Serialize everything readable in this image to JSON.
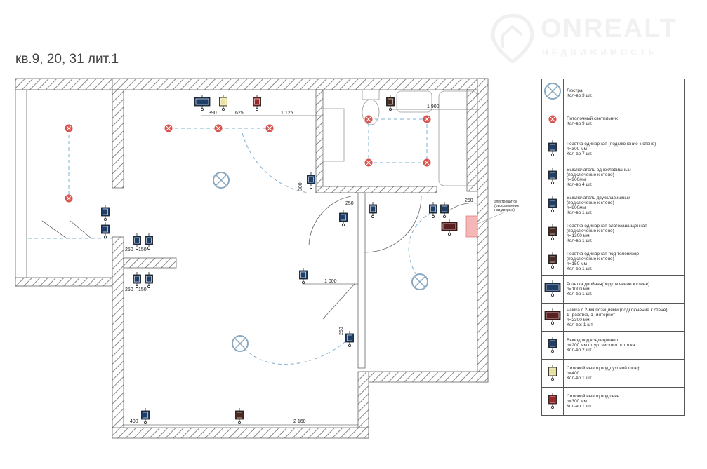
{
  "title": "кв.9, 20, 31 лит.1",
  "watermark": {
    "brand": "ONREALT",
    "sub": "НЕДВИЖИМОСТЬ"
  },
  "plan": {
    "dimensions": [
      "390",
      "625",
      "1 125",
      "1 900",
      "300",
      "250",
      "250",
      "250",
      "150",
      "250",
      "150",
      "250",
      "1 000",
      "400",
      "2 160"
    ],
    "panel_note": "электрощиток\n(расположение\nнад дверью)"
  },
  "legend": [
    {
      "icon": "chandelier-icon",
      "text": "Люстра\nКол-во 3 шт."
    },
    {
      "icon": "ceiling-light-icon",
      "text": "Потолочный светильник\nКол-во 9 шт."
    },
    {
      "icon": "socket-single-icon",
      "text": "Розетка одинарная (подключение к стене)\nh=300 мм\nКол-во 7 шт."
    },
    {
      "icon": "switch-single-icon",
      "text": "Выключатель одноклавишный\n(подключение к стене)\nh=900мм\nКол-во 4 шт."
    },
    {
      "icon": "switch-double-icon",
      "text": "Выключатель двухклавишный\n(подключение к стене)\nh=900мм\nКол-во 1 шт."
    },
    {
      "icon": "socket-waterproof-icon",
      "text": "Розетка одинарная влагозащищенная\n(подключение к стене)\nh=1300 мм\nКол-во 1 шт."
    },
    {
      "icon": "socket-tv-icon",
      "text": "Розетка одинарная под телевизор\n(подключение к стене)\nh=150 мм\nКол-во 1 шт."
    },
    {
      "icon": "socket-double-icon",
      "text": "Розетка двойная(подключение к стене)\nh=1000 мм\nКол-во 1 шт."
    },
    {
      "icon": "frame-socket-internet-icon",
      "text": "Рамка с 2-мя позициями (подключение к стене)\n1- розетка, 1- интернет\nh=2300 мм\nКол-во: 1 шт."
    },
    {
      "icon": "ac-outlet-icon",
      "text": "Вывод под кондиционер\nh=200 мм от ур. чистого потолка\nКол-во 2 шт."
    },
    {
      "icon": "oven-outlet-icon",
      "text": "Силовой вывод под духовой шкаф\nh=400\nКол-во 1 шт."
    },
    {
      "icon": "stove-outlet-icon",
      "text": "Силовой вывод под печь\nh=300 мм\nКол-во 1 шт."
    }
  ],
  "colors": {
    "blue": "#1f3f66",
    "red": "#d9534f",
    "brown": "#5a1f1f",
    "oven": "#e8e0a0",
    "stove": "#9a2a2a"
  }
}
